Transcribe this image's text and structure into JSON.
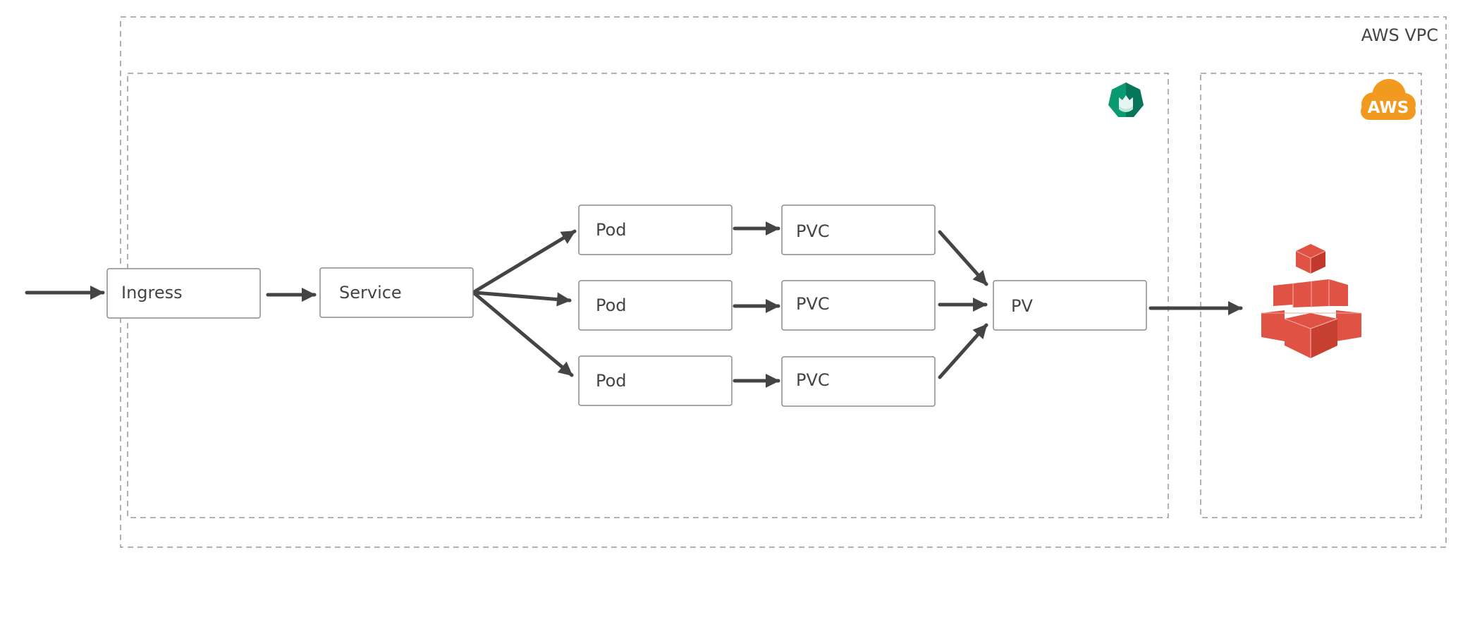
{
  "diagram": {
    "vpc_label": "AWS VPC",
    "aws_badge_text": "AWS",
    "colors": {
      "dashed_border": "#999999",
      "node_border": "#8a8a8a",
      "arrow": "#444444",
      "text": "#444444",
      "k8s_green": "#0a9a72",
      "k8s_green_dark": "#06765a",
      "aws_orange": "#f29a1f",
      "storage_red": "#e05243"
    },
    "icons": {
      "cluster_icon": "kubernetes-cluster-icon",
      "aws_icon": "aws-cloud-icon",
      "storage_icon": "aws-ebs-storage-icon"
    },
    "nodes": {
      "ingress": "Ingress",
      "service": "Service",
      "pod_1": "Pod",
      "pod_2": "Pod",
      "pod_3": "Pod",
      "pvc_1": "PVC",
      "pvc_2": "PVC",
      "pvc_3": "PVC",
      "pv": "PV"
    }
  }
}
